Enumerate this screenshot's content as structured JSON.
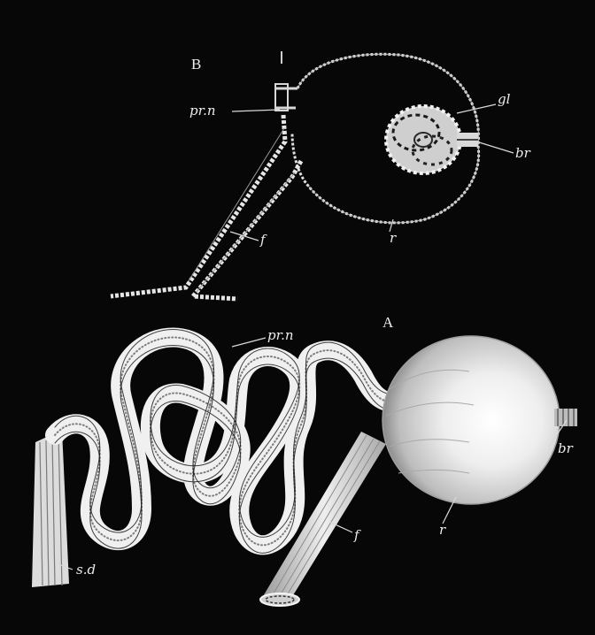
{
  "figure": {
    "panel_b": {
      "letter": "B",
      "labels": {
        "pr_n": "pr.n",
        "gl": "gl",
        "br": "br",
        "f": "f",
        "r": "r"
      }
    },
    "panel_a": {
      "letter": "A",
      "labels": {
        "pr_n": "pr.n",
        "br": "br",
        "r": "r",
        "f": "f",
        "sd": "s.d"
      }
    },
    "colors": {
      "background": "#070707",
      "structure": "#e8e8e8",
      "line": "#d9d9d9"
    }
  }
}
